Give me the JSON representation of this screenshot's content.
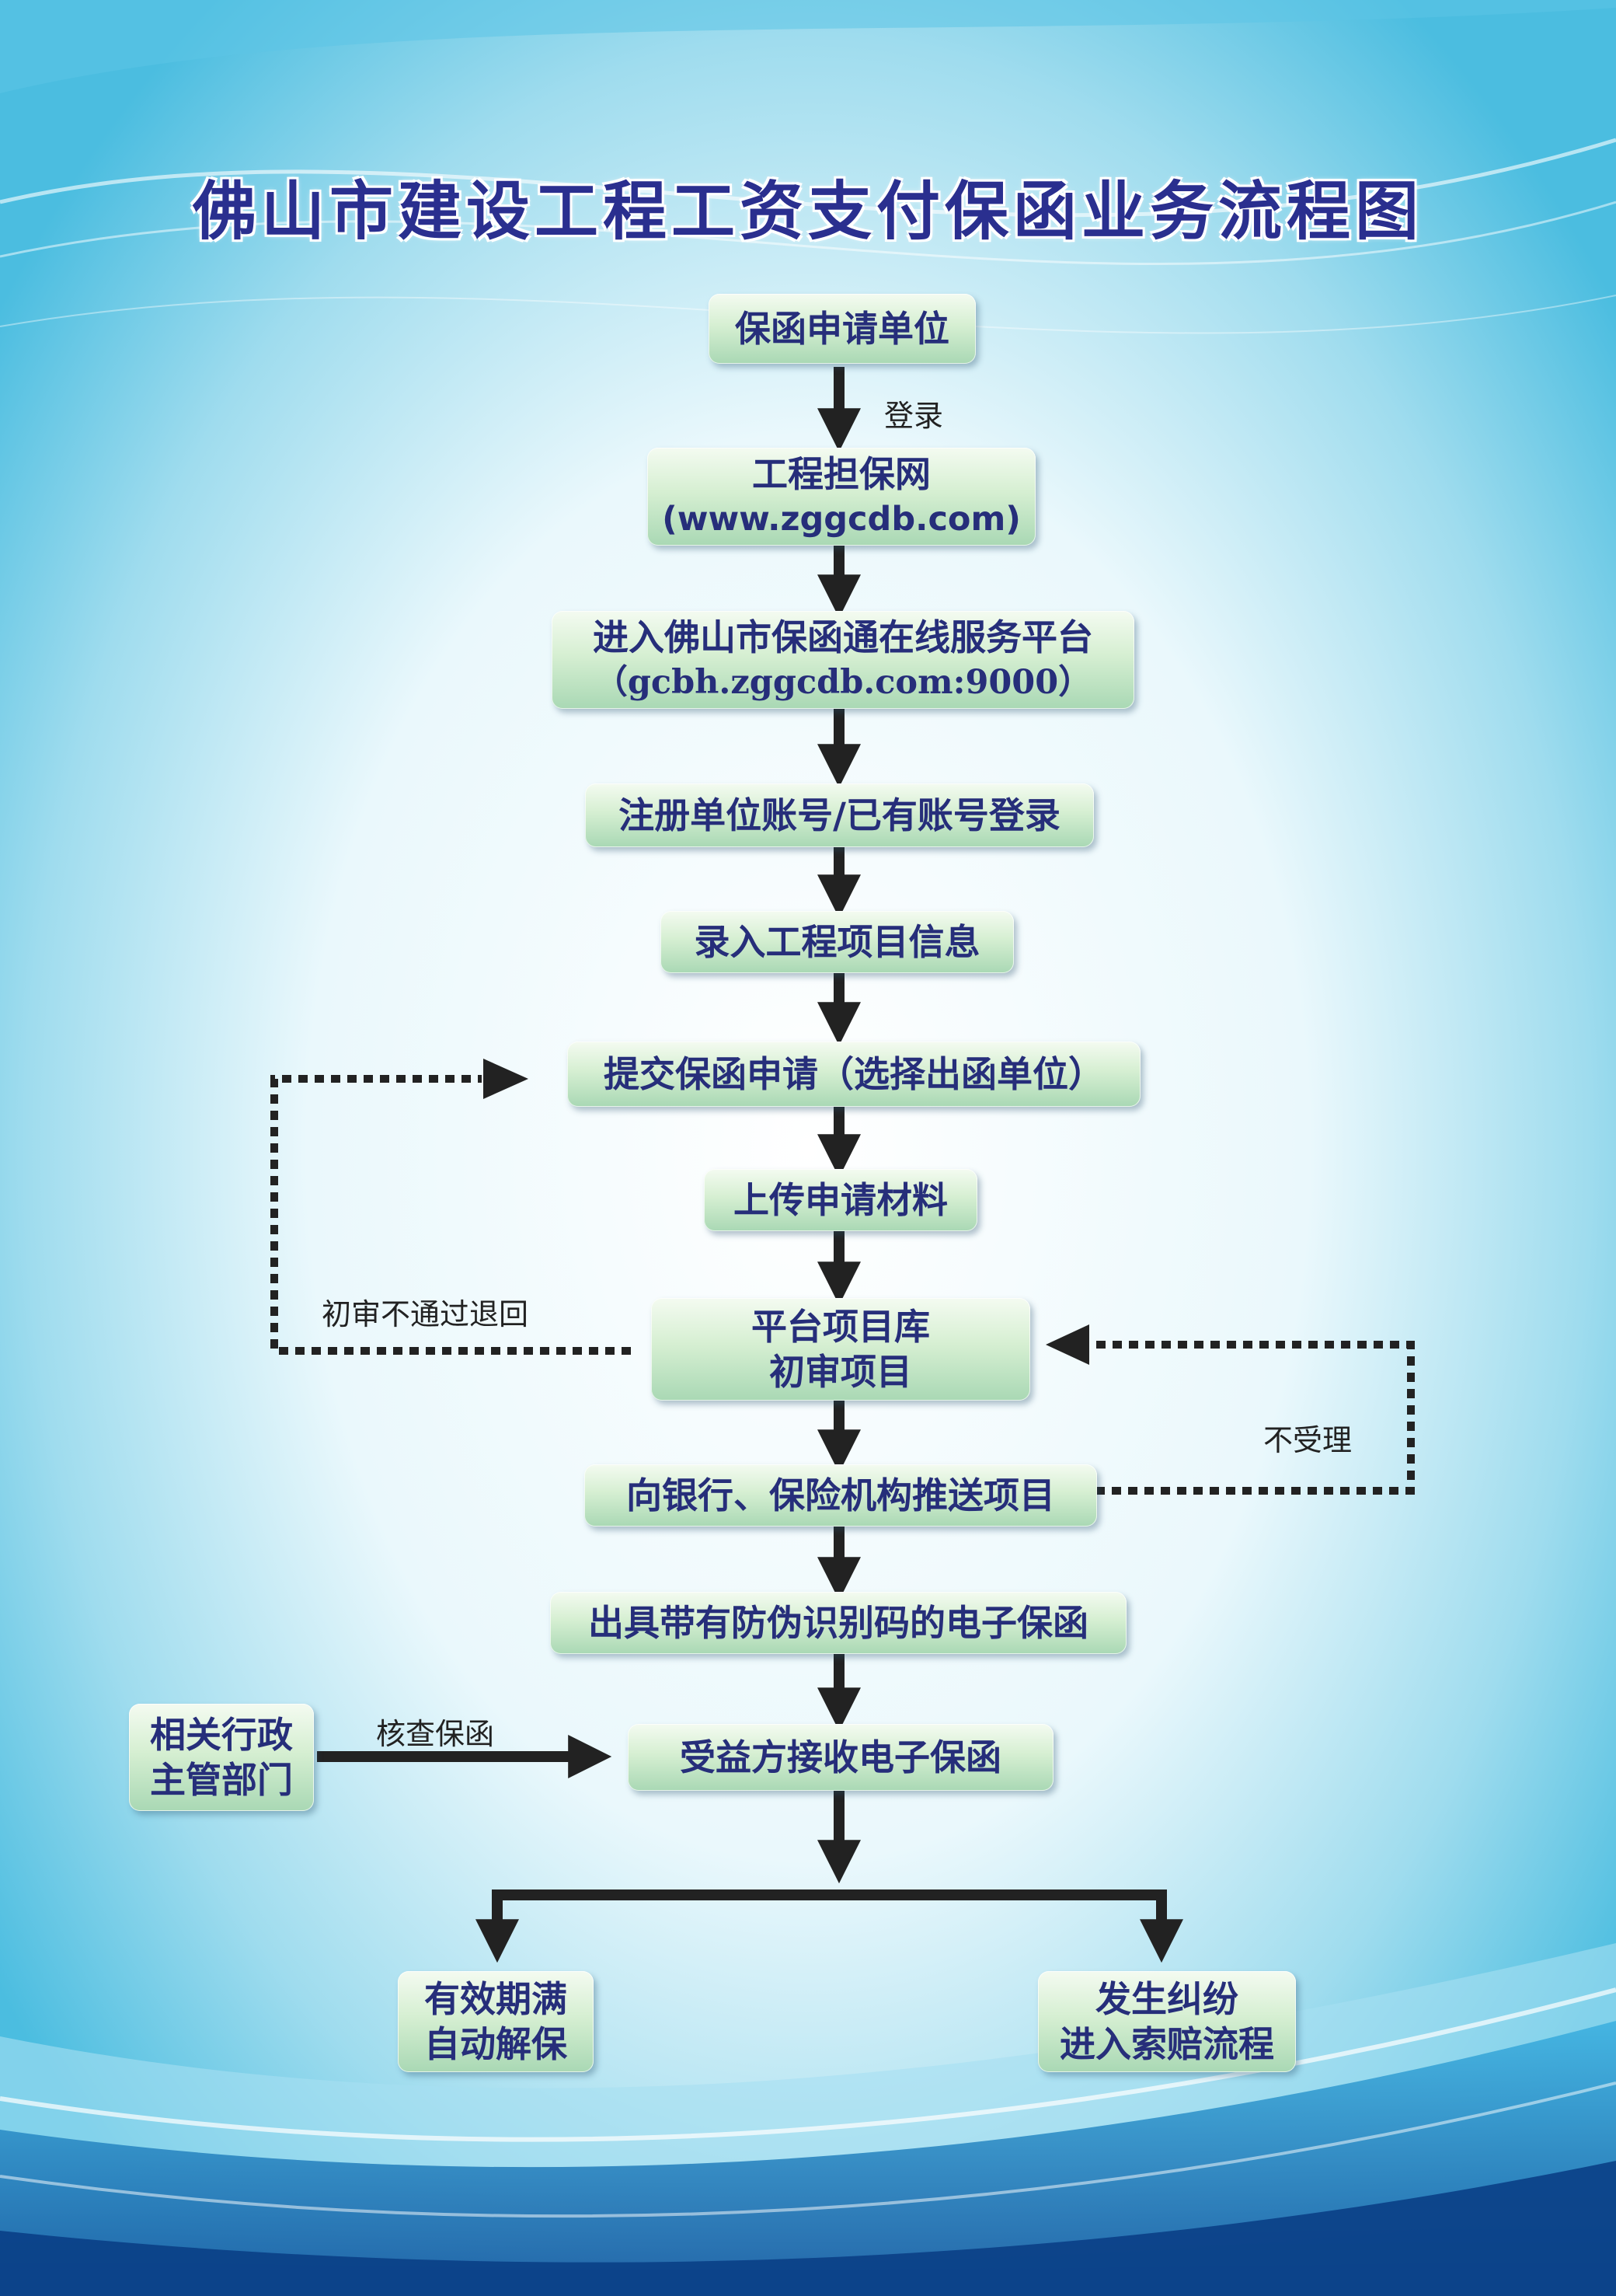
{
  "title": "佛山市建设工程工资支付保函业务流程图",
  "nodes": {
    "applicant": "保函申请单位",
    "website_name": "工程担保网",
    "website_url": "(www.zggcdb.com)",
    "platform_name": "进入佛山市保函通在线服务平台",
    "platform_url": "（gcbh.zggcdb.com:9000）",
    "register": "注册单位账号/已有账号登录",
    "project_info": "录入工程项目信息",
    "submit": "提交保函申请（选择出函单位）",
    "upload": "上传申请材料",
    "review_line1": "平台项目库",
    "review_line2": "初审项目",
    "push": "向银行、保险机构推送项目",
    "issue": "出具带有防伪识别码的电子保函",
    "beneficiary": "受益方接收电子保函",
    "authority_line1": "相关行政",
    "authority_line2": "主管部门",
    "expire_line1": "有效期满",
    "expire_line2": "自动解保",
    "dispute_line1": "发生纠纷",
    "dispute_line2": "进入索赔流程"
  },
  "edge_labels": {
    "login": "登录",
    "rejected": "初审不通过退回",
    "not_accepted": "不受理",
    "verify": "核查保函"
  }
}
